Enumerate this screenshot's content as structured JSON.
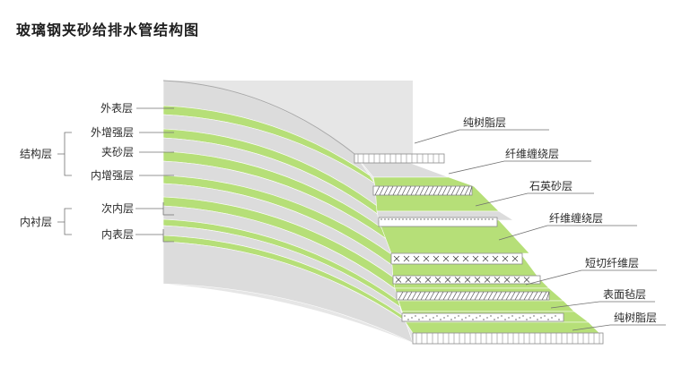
{
  "title": "玻璃钢夹砂给排水管结构图",
  "left_labels": {
    "outer_surface": "外表层",
    "outer_reinforce": "外增强层",
    "sand_layer": "夹砂层",
    "inner_reinforce": "内增强层",
    "secondary_inner": "次内层",
    "inner_surface": "内表层"
  },
  "groups": {
    "structure": "结构层",
    "lining": "内衬层"
  },
  "right_labels": {
    "pure_resin_top": "纯树脂层",
    "fiber_wound_1": "纤维缠绕层",
    "quartz_sand": "石英砂层",
    "fiber_wound_2": "纤维缠绕层",
    "chopped_fiber": "短切纤维层",
    "surface_mat": "表面毡层",
    "pure_resin_bottom": "纯树脂层"
  },
  "colors": {
    "gray_layer": "#dcdcdc",
    "green_layer": "#b6df78",
    "side_face": "#e6e6e6",
    "label_text": "#2a2a2a"
  }
}
